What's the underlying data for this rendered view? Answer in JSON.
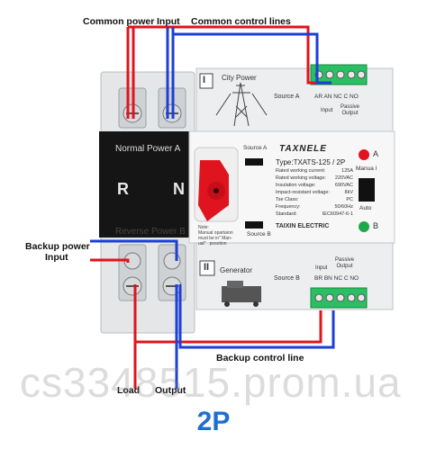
{
  "labels": {
    "common_power": "Common power",
    "input_top": "Input",
    "common_control_lines": "Common control lines",
    "backup_power": "Backup power",
    "backup_input": "Input",
    "backup_control_line": "Backup control line",
    "load": "Load",
    "output": "Output"
  },
  "device": {
    "normal_power_a": "Normal  Power  A",
    "reverse_power_b": "Reverse  Power  B",
    "letter_r": "R",
    "letter_n": "N",
    "city_power": "City  Power",
    "section_i": "I",
    "section_ii": "II",
    "generator": "Generator",
    "source_a": "Source A",
    "source_b": "Source B",
    "switch_source_a": "Source  A",
    "switch_source_b": "Source  B",
    "brand": "TAXNELE",
    "type": "Type:TXATS-125 / 2P",
    "specs": [
      {
        "k": "Rated working current:",
        "v": "125A"
      },
      {
        "k": "Rated working voltage:",
        "v": "220VAC"
      },
      {
        "k": "Insulation voltage:",
        "v": "690VAC"
      },
      {
        "k": "Impact-resistant voltage:",
        "v": "8kV"
      },
      {
        "k": "Tse  Class:",
        "v": "PC"
      },
      {
        "k": "Frequency:",
        "v": "50/60Hz"
      },
      {
        "k": "Standard:",
        "v": "IEC60947-6-1"
      }
    ],
    "maker": "TAIXIN ELECTRIC",
    "note": "Note:\nManual opartaion\nmust be in\" Man-\nual\"   posotion",
    "led_a": "A",
    "led_b": "B",
    "manual": "Manua l",
    "auto": "Auto",
    "term_top_labels": "AR AN NC C NO",
    "term_top_input": "Input",
    "term_top_passive": "Passive\nOutput",
    "term_bot_input": "Input",
    "term_bot_passive": "Passive\nOutput",
    "term_bot_labels": "BR BN NC C NO"
  },
  "title": "2P",
  "watermark": "cs3348515.prom.ua",
  "colors": {
    "red_wire": "#e0141e",
    "blue_wire": "#1c3fd6",
    "knob": "#e0141e",
    "terminal": "#2bbf63",
    "title": "#1e6fd0"
  }
}
